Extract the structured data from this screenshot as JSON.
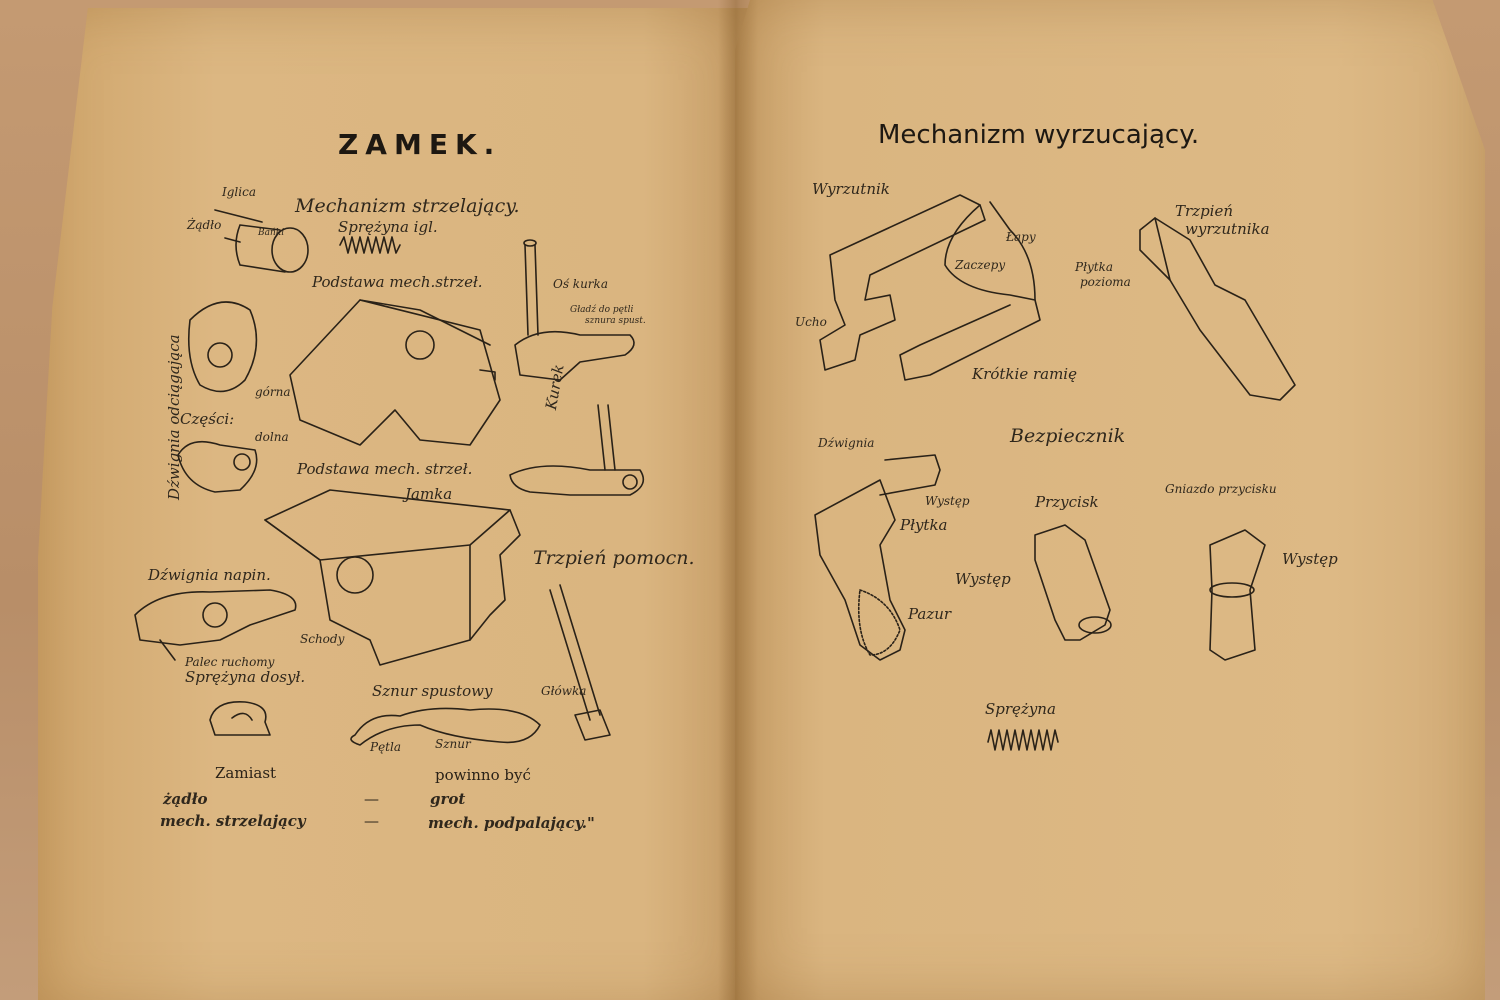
{
  "left_page": {
    "title": "ZAMEK.",
    "section_heading": "Mechanizm strzelający.",
    "labels": {
      "iglica": "Iglica",
      "zadlo": "Żądło",
      "bandki": "Bańki",
      "sprezyna_igl": "Sprężyna igl.",
      "podstawa_top": "Podstawa mech.strzeł.",
      "os_kurka": "Oś kurka",
      "gladz": "Gładź do pętli",
      "sznura": "sznura spust.",
      "dzwignia_odcag": "Dźwignia odciągająca",
      "czesci": "Części:",
      "gorna": "górna",
      "dolna": "dolna",
      "kurek": "Kurek",
      "podstawa_mid": "Podstawa mech. strzeł.",
      "jamka": "Jamka",
      "trzpien_pomocn": "Trzpień pomocn.",
      "dzwignia_napin": "Dźwignia napin.",
      "schody": "Schody",
      "palec_ruchomy": "Palec ruchomy",
      "sprezyna_dosyl": "Sprężyna dosył.",
      "sznur_spustowy": "Sznur spustowy",
      "glowka": "Główka",
      "petla": "Pętla",
      "sznur": "Sznur"
    },
    "errata": {
      "col1_header": "Zamiast",
      "col2_header": "powinno być",
      "rows": [
        {
          "wrong": "żądło",
          "dash": "—",
          "right": "grot"
        },
        {
          "wrong": "mech. strzelający",
          "dash": "—",
          "right": "mech. podpalający.\""
        }
      ]
    }
  },
  "right_page": {
    "title": "Mechanizm wyrzucający.",
    "labels": {
      "wyrzutnik": "Wyrzutnik",
      "lapy": "Łapy",
      "zaczepy": "Zaczepy",
      "ucho": "Ucho",
      "krotkie_ramie": "Krótkie ramię",
      "trzpien": "Trzpień",
      "wyrzutnika": "wyrzutnika",
      "plytka": "Płytka",
      "pozioma": "pozioma",
      "bezpiecznik": "Bezpiecznik",
      "dzwignia": "Dźwignia",
      "wystep1": "Występ",
      "plytka2": "Płytka",
      "pazur": "Pazur",
      "przycisk": "Przycisk",
      "wystep2": "Występ",
      "gniazdo": "Gniazdo przycisku",
      "wystep3": "Występ",
      "sprezyna": "Sprężyna"
    }
  },
  "colors": {
    "paper": "#dcb782",
    "ink": "#2a2218",
    "cardboard": "#c49a72"
  }
}
